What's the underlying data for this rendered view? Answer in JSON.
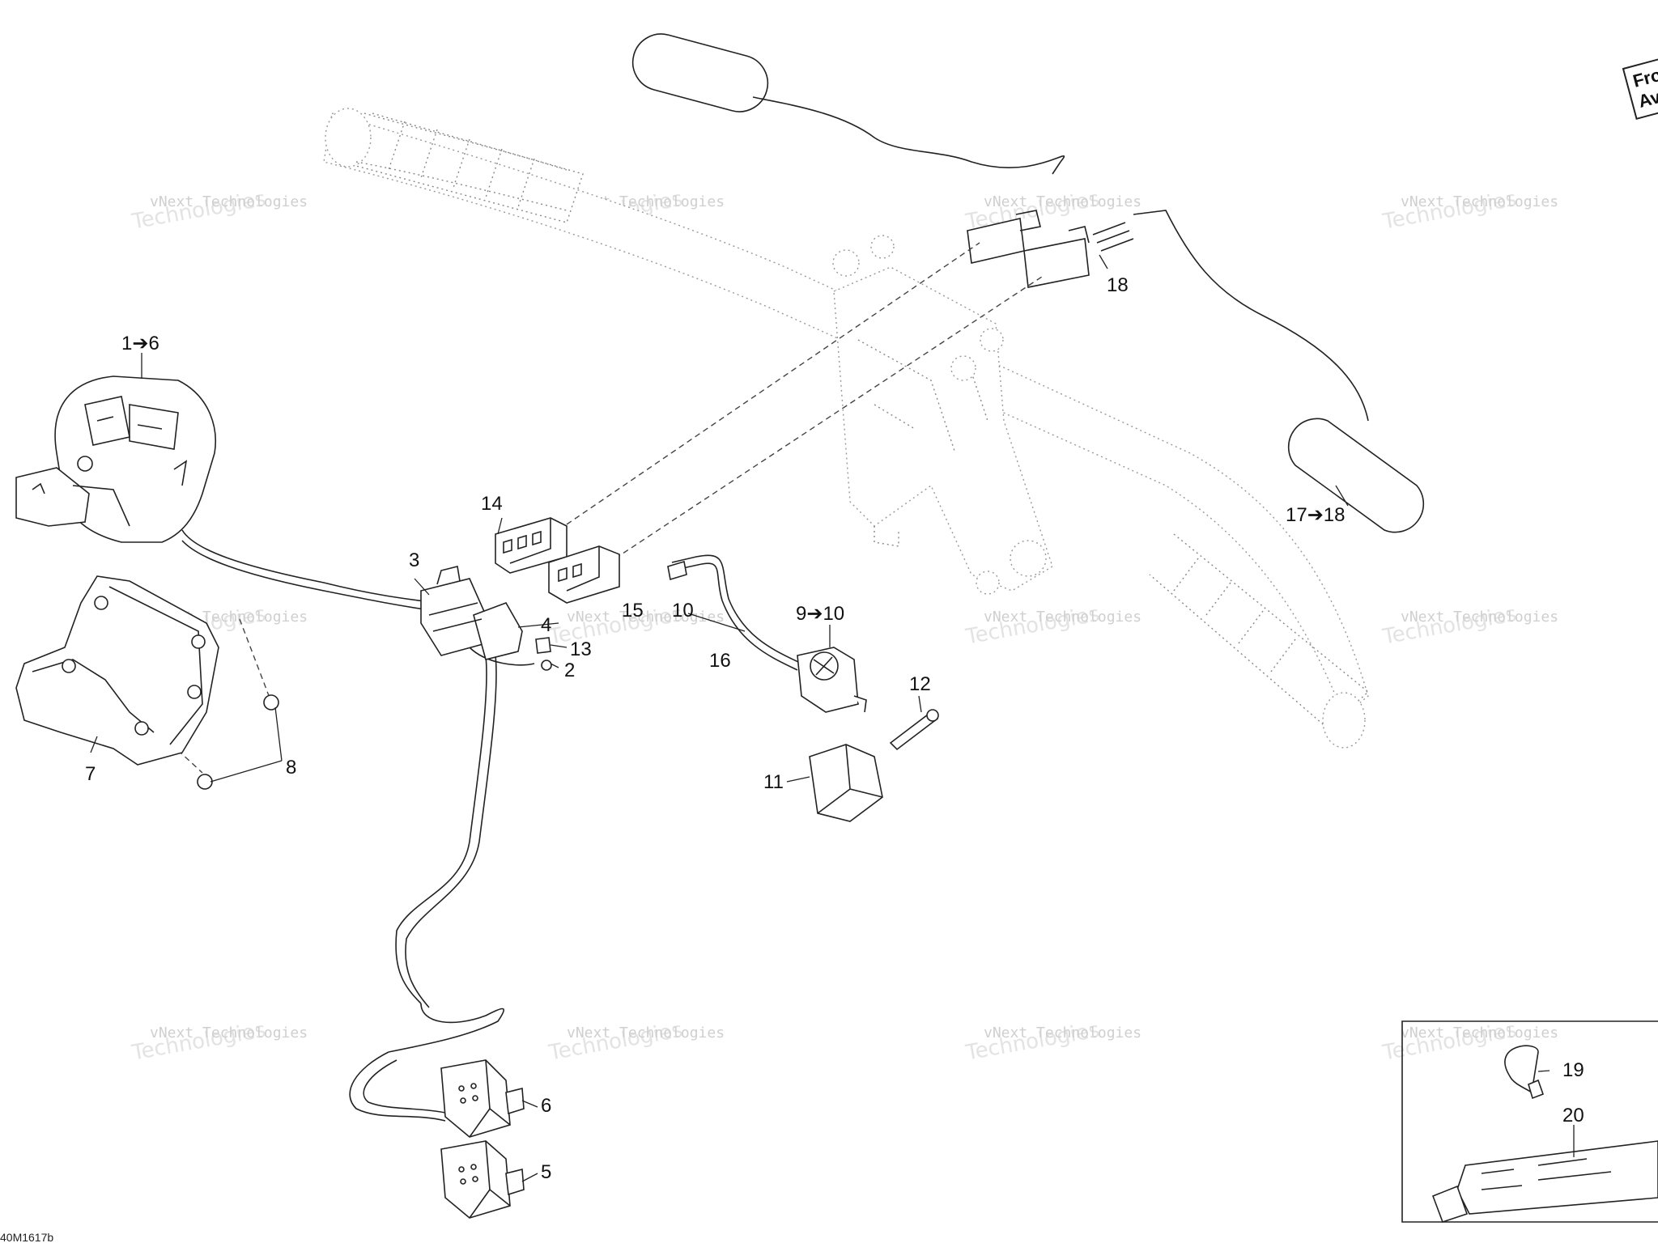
{
  "diagram": {
    "reference_code": "40M1617b",
    "front_label_line1": "Fron",
    "front_label_line2": "Ava",
    "watermark_line1": "vNext Technologies",
    "watermark_line2": "Technologies",
    "watermark_line3": "vNext",
    "callouts": {
      "c1_6": "1➔6",
      "c2": "2",
      "c3": "3",
      "c4": "4",
      "c5": "5",
      "c6": "6",
      "c7": "7",
      "c8": "8",
      "c9_10": "9➔10",
      "c10": "10",
      "c11": "11",
      "c12": "12",
      "c13": "13",
      "c14": "14",
      "c15": "15",
      "c16": "16",
      "c17_18": "17➔18",
      "c18": "18",
      "c19": "19",
      "c20": "20"
    }
  }
}
